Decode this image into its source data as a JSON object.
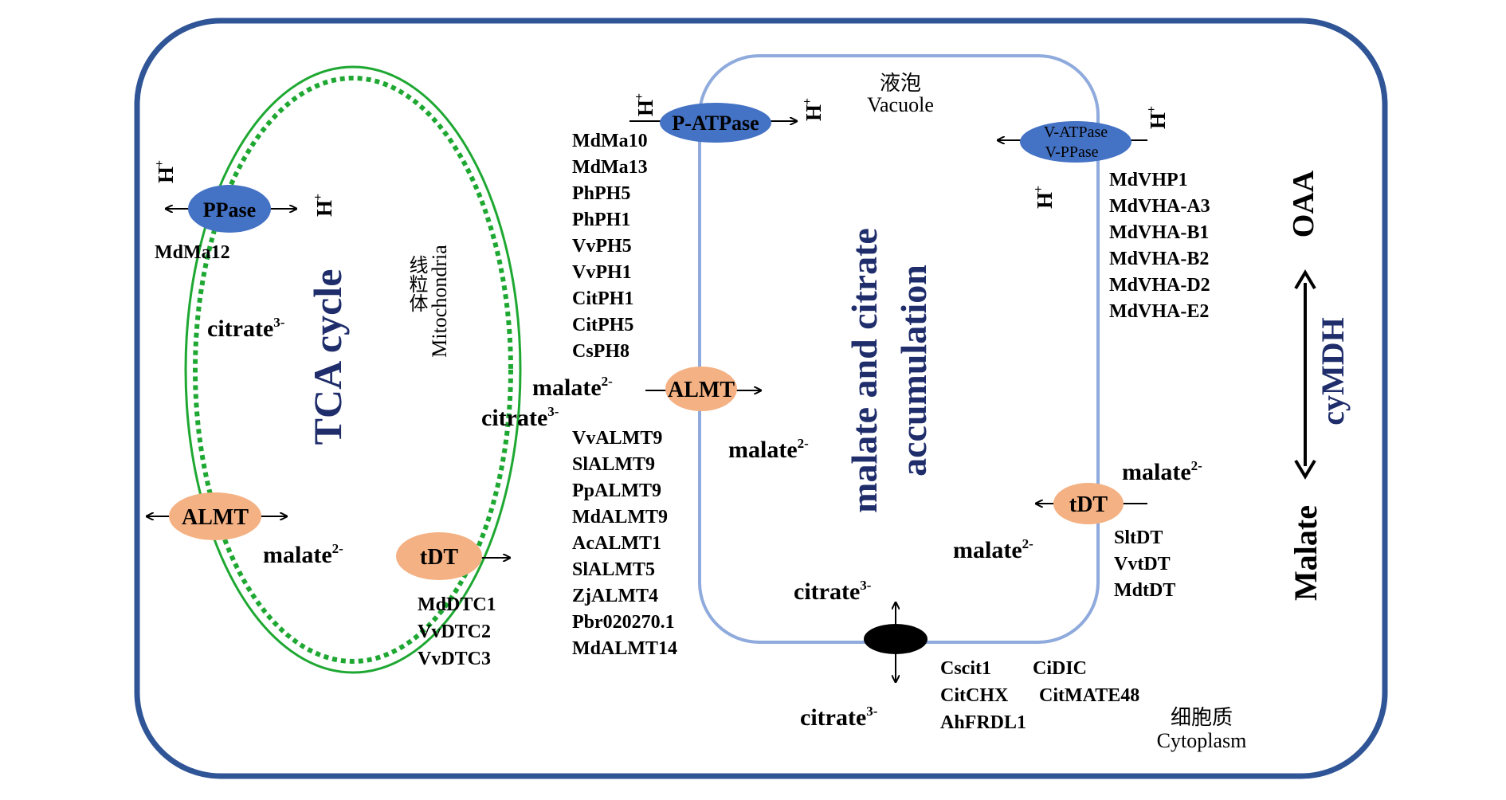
{
  "colors": {
    "cell_border": "#2f5597",
    "vacuole_border": "#8faadc",
    "mitochondria_border": "#1ea832",
    "blue_transporter": "#4472c4",
    "orange_transporter": "#f4b183",
    "navy_text": "#1f2d6b"
  },
  "cell": {
    "cytoplasm_cn": "细胞质",
    "cytoplasm_en": "Cytoplasm"
  },
  "mitochondria": {
    "label_cn": "线粒体",
    "label_en": "Mitochondria",
    "cycle_label": "TCA cycle",
    "citrate": "citrate",
    "citrate_charge": "3-",
    "malate": "malate",
    "malate_charge": "2-",
    "ppase": {
      "name": "PPase",
      "h_left": "H",
      "h_right": "H",
      "charge": "+",
      "genes": [
        "MdMa12"
      ]
    },
    "almt": {
      "name": "ALMT"
    },
    "tdt": {
      "name": "tDT",
      "genes": [
        "MdDTC1",
        "VvDTC2",
        "VvDTC3"
      ]
    }
  },
  "cytosol": {
    "citrate": "citrate",
    "citrate_charge": "3-",
    "malate": "malate",
    "malate_charge": "2-",
    "bottom_citrate": "citrate",
    "bottom_citrate_charge": "3-",
    "mdh": {
      "oaa": "OAA",
      "malate": "Malate",
      "enzyme": "cyMDH"
    }
  },
  "vacuole": {
    "label_cn": "液泡",
    "label_en": "Vacuole",
    "accumulation_line1": "malate and citrate",
    "accumulation_line2": "accumulation",
    "malate_in": "malate",
    "malate_in_charge": "2-",
    "malate_in2": "malate",
    "malate_in2_charge": "2-",
    "citrate_in": "citrate",
    "citrate_in_charge": "3-",
    "p_atpase": {
      "name": "P-ATPase",
      "h": "H",
      "charge": "+",
      "genes": [
        "MdMa10",
        "MdMa13",
        "PhPH5",
        "PhPH1",
        "VvPH5",
        "VvPH1",
        "CitPH1",
        "CitPH5",
        "CsPH8"
      ]
    },
    "almt": {
      "name": "ALMT",
      "genes": [
        "VvALMT9",
        "SlALMT9",
        "PpALMT9",
        "MdALMT9",
        "AcALMT1",
        "SlALMT5",
        "ZjALMT4",
        "Pbr020270.1",
        "MdALMT14"
      ]
    },
    "v_atpase": {
      "name1": "V-ATPase",
      "name2": "V-PPase",
      "h": "H",
      "charge": "+",
      "genes": [
        "MdVHP1",
        "MdVHA-A3",
        "MdVHA-B1",
        "MdVHA-B2",
        "MdVHA-D2",
        "MdVHA-E2"
      ]
    },
    "tdt": {
      "name": "tDT",
      "malate": "malate",
      "malate_charge": "2-",
      "genes": [
        "SltDT",
        "VvtDT",
        "MdtDT"
      ]
    },
    "citrate_transporter": {
      "genes_col1": [
        "Cscit1",
        "CitCHX",
        "AhFRDL1"
      ],
      "genes_col2": [
        "CiDIC",
        "CitMATE48"
      ]
    }
  }
}
